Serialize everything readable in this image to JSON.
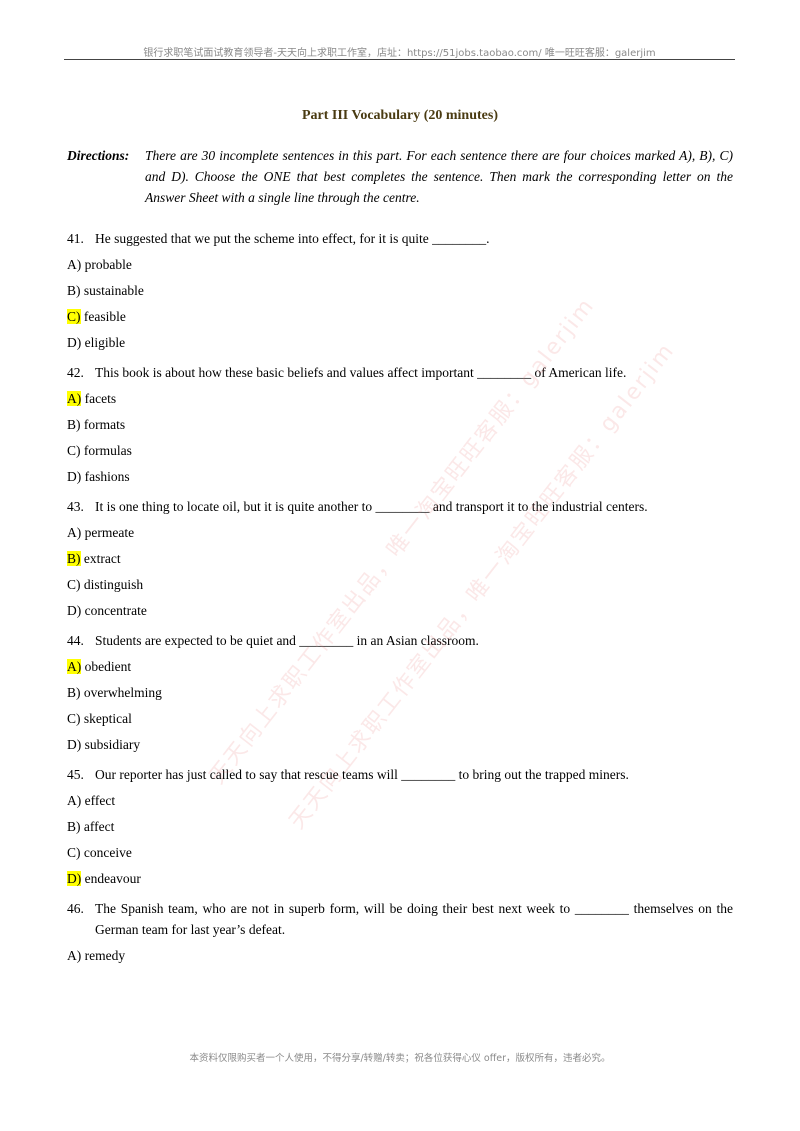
{
  "header": {
    "text": "银行求职笔试面试教育领导者-天天向上求职工作室，店址：https://51jobs.taobao.com/ 唯一旺旺客服：galerjim"
  },
  "title": "Part III Vocabulary (20 minutes)",
  "directions": {
    "label": "Directions:",
    "text": "There are 30 incomplete sentences in this part. For each sentence there are four choices marked A), B), C) and D). Choose the ONE that best completes the sentence. Then mark the corresponding letter on the Answer Sheet with a single line through the centre."
  },
  "questions": [
    {
      "number": "41.",
      "stem": "He suggested that we put the scheme into effect, for it is quite ________.",
      "options": [
        {
          "letter": "A)",
          "text": " probable",
          "hl": false
        },
        {
          "letter": "B)",
          "text": " sustainable",
          "hl": false
        },
        {
          "letter": "C)",
          "text": " feasible",
          "hl": true
        },
        {
          "letter": "D)",
          "text": " eligible",
          "hl": false
        }
      ]
    },
    {
      "number": "42.",
      "stem": "This book is about how these basic beliefs and values affect important ________ of American life.",
      "options": [
        {
          "letter": "A)",
          "text": " facets",
          "hl": true
        },
        {
          "letter": "B)",
          "text": " formats",
          "hl": false
        },
        {
          "letter": "C)",
          "text": " formulas",
          "hl": false
        },
        {
          "letter": "D)",
          "text": " fashions",
          "hl": false
        }
      ]
    },
    {
      "number": "43.",
      "stem": "It is one thing to locate oil, but it is quite another to ________ and transport it to the industrial centers.",
      "options": [
        {
          "letter": "A)",
          "text": " permeate",
          "hl": false
        },
        {
          "letter": "B)",
          "text": " extract",
          "hl": true
        },
        {
          "letter": "C)",
          "text": " distinguish",
          "hl": false
        },
        {
          "letter": "D)",
          "text": " concentrate",
          "hl": false
        }
      ]
    },
    {
      "number": "44.",
      "stem": "Students are expected to be quiet and ________ in an Asian classroom.",
      "options": [
        {
          "letter": "A)",
          "text": " obedient",
          "hl": true
        },
        {
          "letter": "B)",
          "text": " overwhelming",
          "hl": false
        },
        {
          "letter": "C)",
          "text": " skeptical",
          "hl": false
        },
        {
          "letter": "D)",
          "text": " subsidiary",
          "hl": false
        }
      ]
    },
    {
      "number": "45.",
      "stem": "Our reporter has just called to say that rescue teams will ________ to bring out the trapped miners.",
      "options": [
        {
          "letter": "A)",
          "text": " effect",
          "hl": false
        },
        {
          "letter": "B)",
          "text": " affect",
          "hl": false
        },
        {
          "letter": "C)",
          "text": " conceive",
          "hl": false
        },
        {
          "letter": "D)",
          "text": " endeavour",
          "hl": true
        }
      ]
    },
    {
      "number": "46.",
      "stem": "The Spanish team, who are not in superb form, will be doing their best next week to ________ themselves on the German team for last year’s defeat.",
      "options": [
        {
          "letter": "A)",
          "text": " remedy",
          "hl": false
        }
      ]
    }
  ],
  "watermarks": [
    "天天向上求职工作室出品，唯一淘宝旺旺客服：galerjim",
    "天天向上求职工作室出品，唯一淘宝旺旺客服：galerjim"
  ],
  "footer": {
    "text": "本资料仅限购买者一个人使用，不得分享/转赠/转卖；祝各位获得心仪 offer，版权所有，违者必究。"
  },
  "colors": {
    "highlight": "#ffff00",
    "title": "#4a3b12",
    "watermark": "#e66e6e"
  }
}
